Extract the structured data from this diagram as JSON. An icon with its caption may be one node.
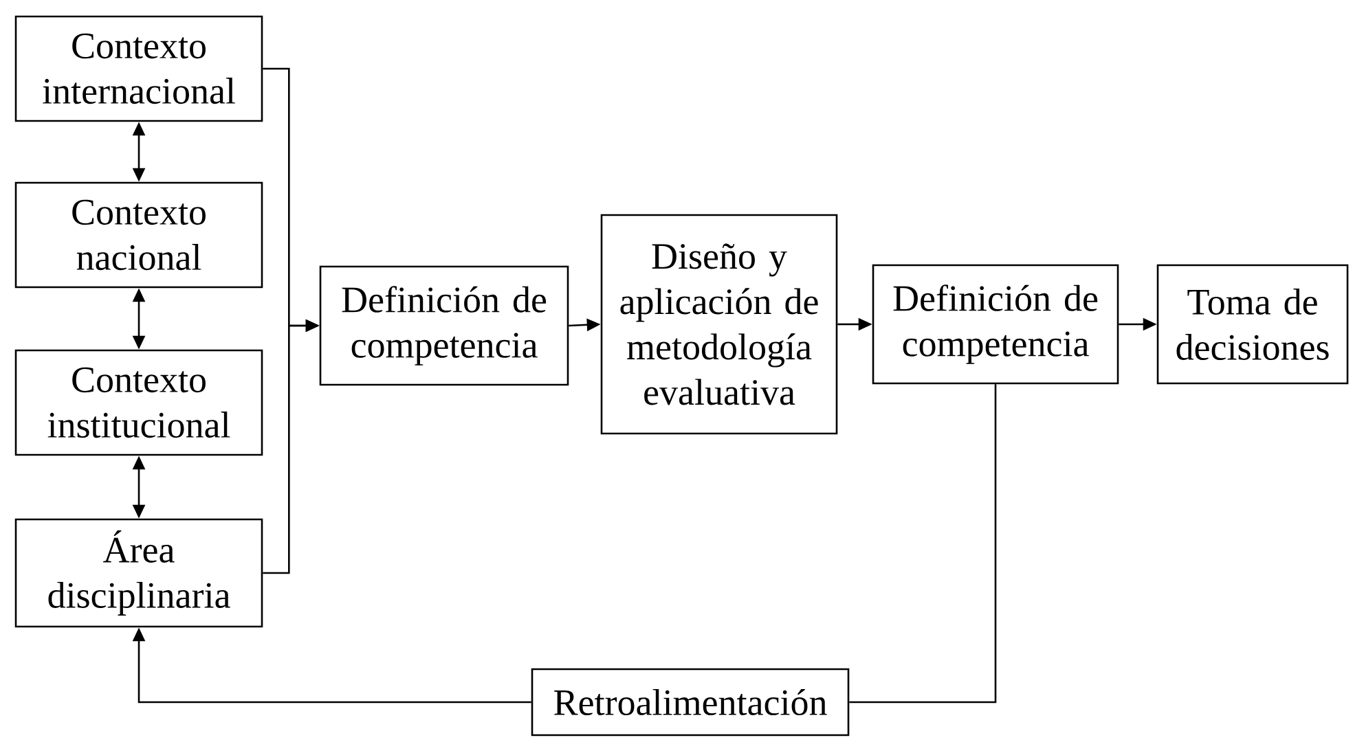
{
  "diagram": {
    "nodes": [
      {
        "text": [
          "Contexto internacional"
        ]
      },
      {
        "text": [
          "Contexto nacional"
        ]
      },
      {
        "text": [
          "Contexto institucional"
        ]
      },
      {
        "text": [
          "Área disciplinaria"
        ]
      },
      {
        "text": [
          "Definición de competencia"
        ]
      },
      {
        "text": [
          "Diseño y aplicación de metodología evaluativa"
        ]
      },
      {
        "text": [
          "Definición de competencia"
        ]
      },
      {
        "text": [
          "Toma de decisiones"
        ]
      },
      {
        "text": [
          "Retroalimentación"
        ]
      }
    ],
    "edges": [
      {
        "from": 0,
        "to": 1,
        "arrow": "both"
      },
      {
        "from": 1,
        "to": 2,
        "arrow": "both"
      },
      {
        "from": 2,
        "to": 3,
        "arrow": "both"
      },
      {
        "from": 0,
        "to": 4,
        "arrow": "to"
      },
      {
        "from": 3,
        "to": 4,
        "arrow": "to"
      },
      {
        "from": 4,
        "to": 5,
        "arrow": "to"
      },
      {
        "from": 5,
        "to": 6,
        "arrow": "to"
      },
      {
        "from": 6,
        "to": 7,
        "arrow": "to"
      },
      {
        "from": 6,
        "to": 8,
        "arrow": "none"
      },
      {
        "from": 8,
        "to": 3,
        "arrow": "to"
      }
    ]
  }
}
